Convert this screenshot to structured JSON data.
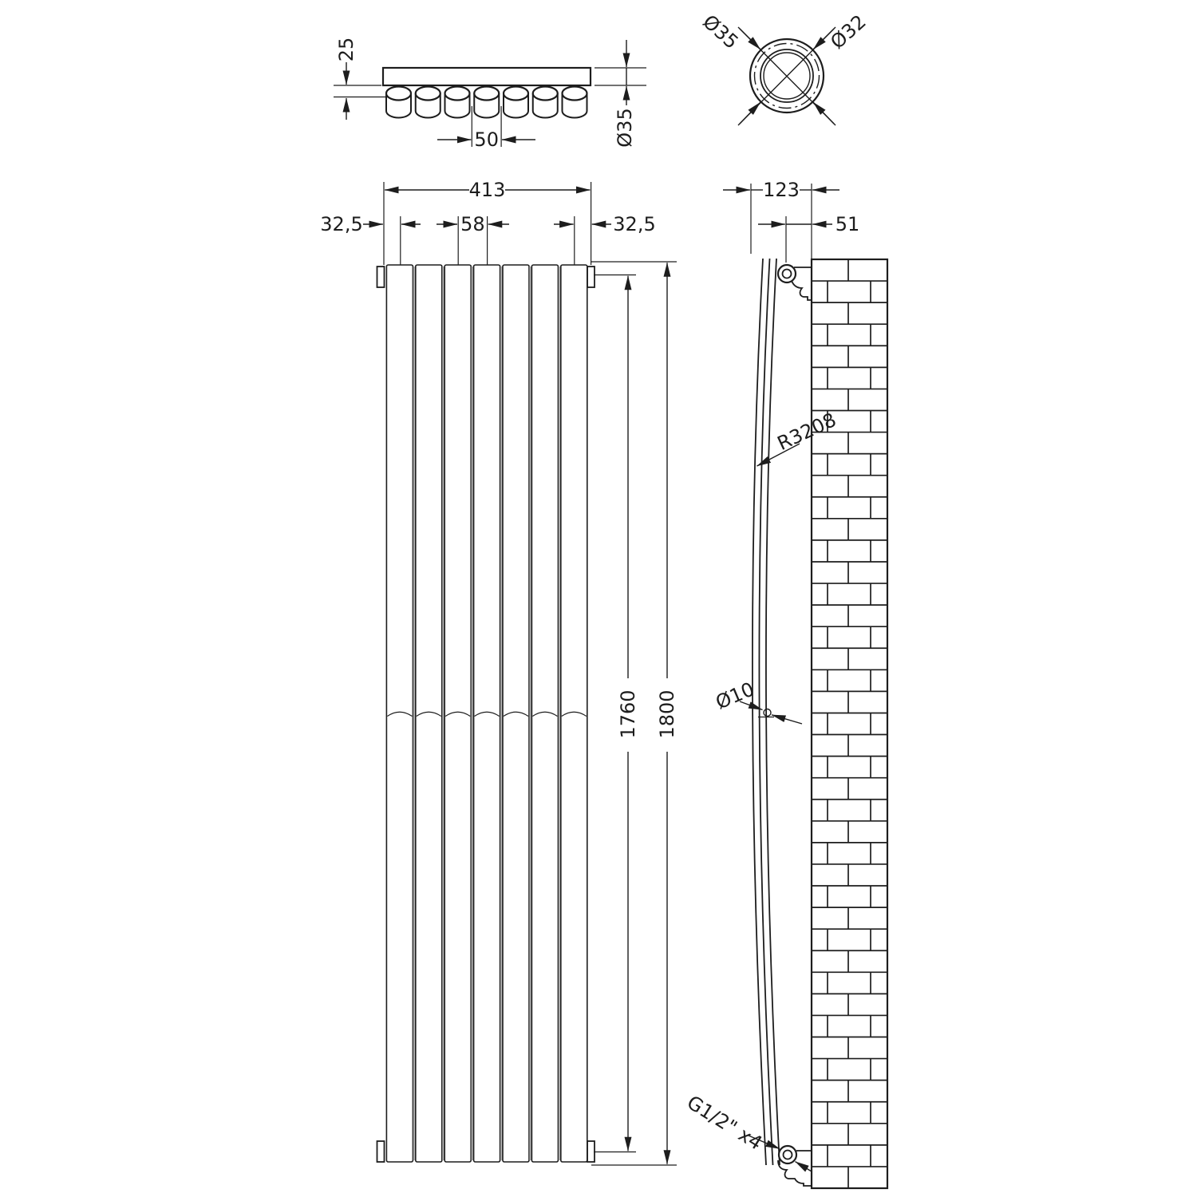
{
  "colors": {
    "line": "#1d1d1d",
    "gray": "#9c9c9c",
    "background": "#ffffff"
  },
  "top_view": {
    "depth_label": "25",
    "pitch_label": "50",
    "tube_dia_label": "Ø35"
  },
  "tube_section": {
    "outer_dia_label": "Ø35",
    "inner_dia_label": "Ø32"
  },
  "front_view": {
    "width_label": "413",
    "left_margin_label": "32,5",
    "panel_pitch_label": "58",
    "right_margin_label": "32,5",
    "inner_height_label": "1760",
    "height_label": "1800"
  },
  "side_view": {
    "depth_label": "123",
    "offset_label": "51",
    "radius_label": "R3208",
    "vent_dia_label": "Ø10",
    "thread_label": "G1/2\" x4"
  }
}
